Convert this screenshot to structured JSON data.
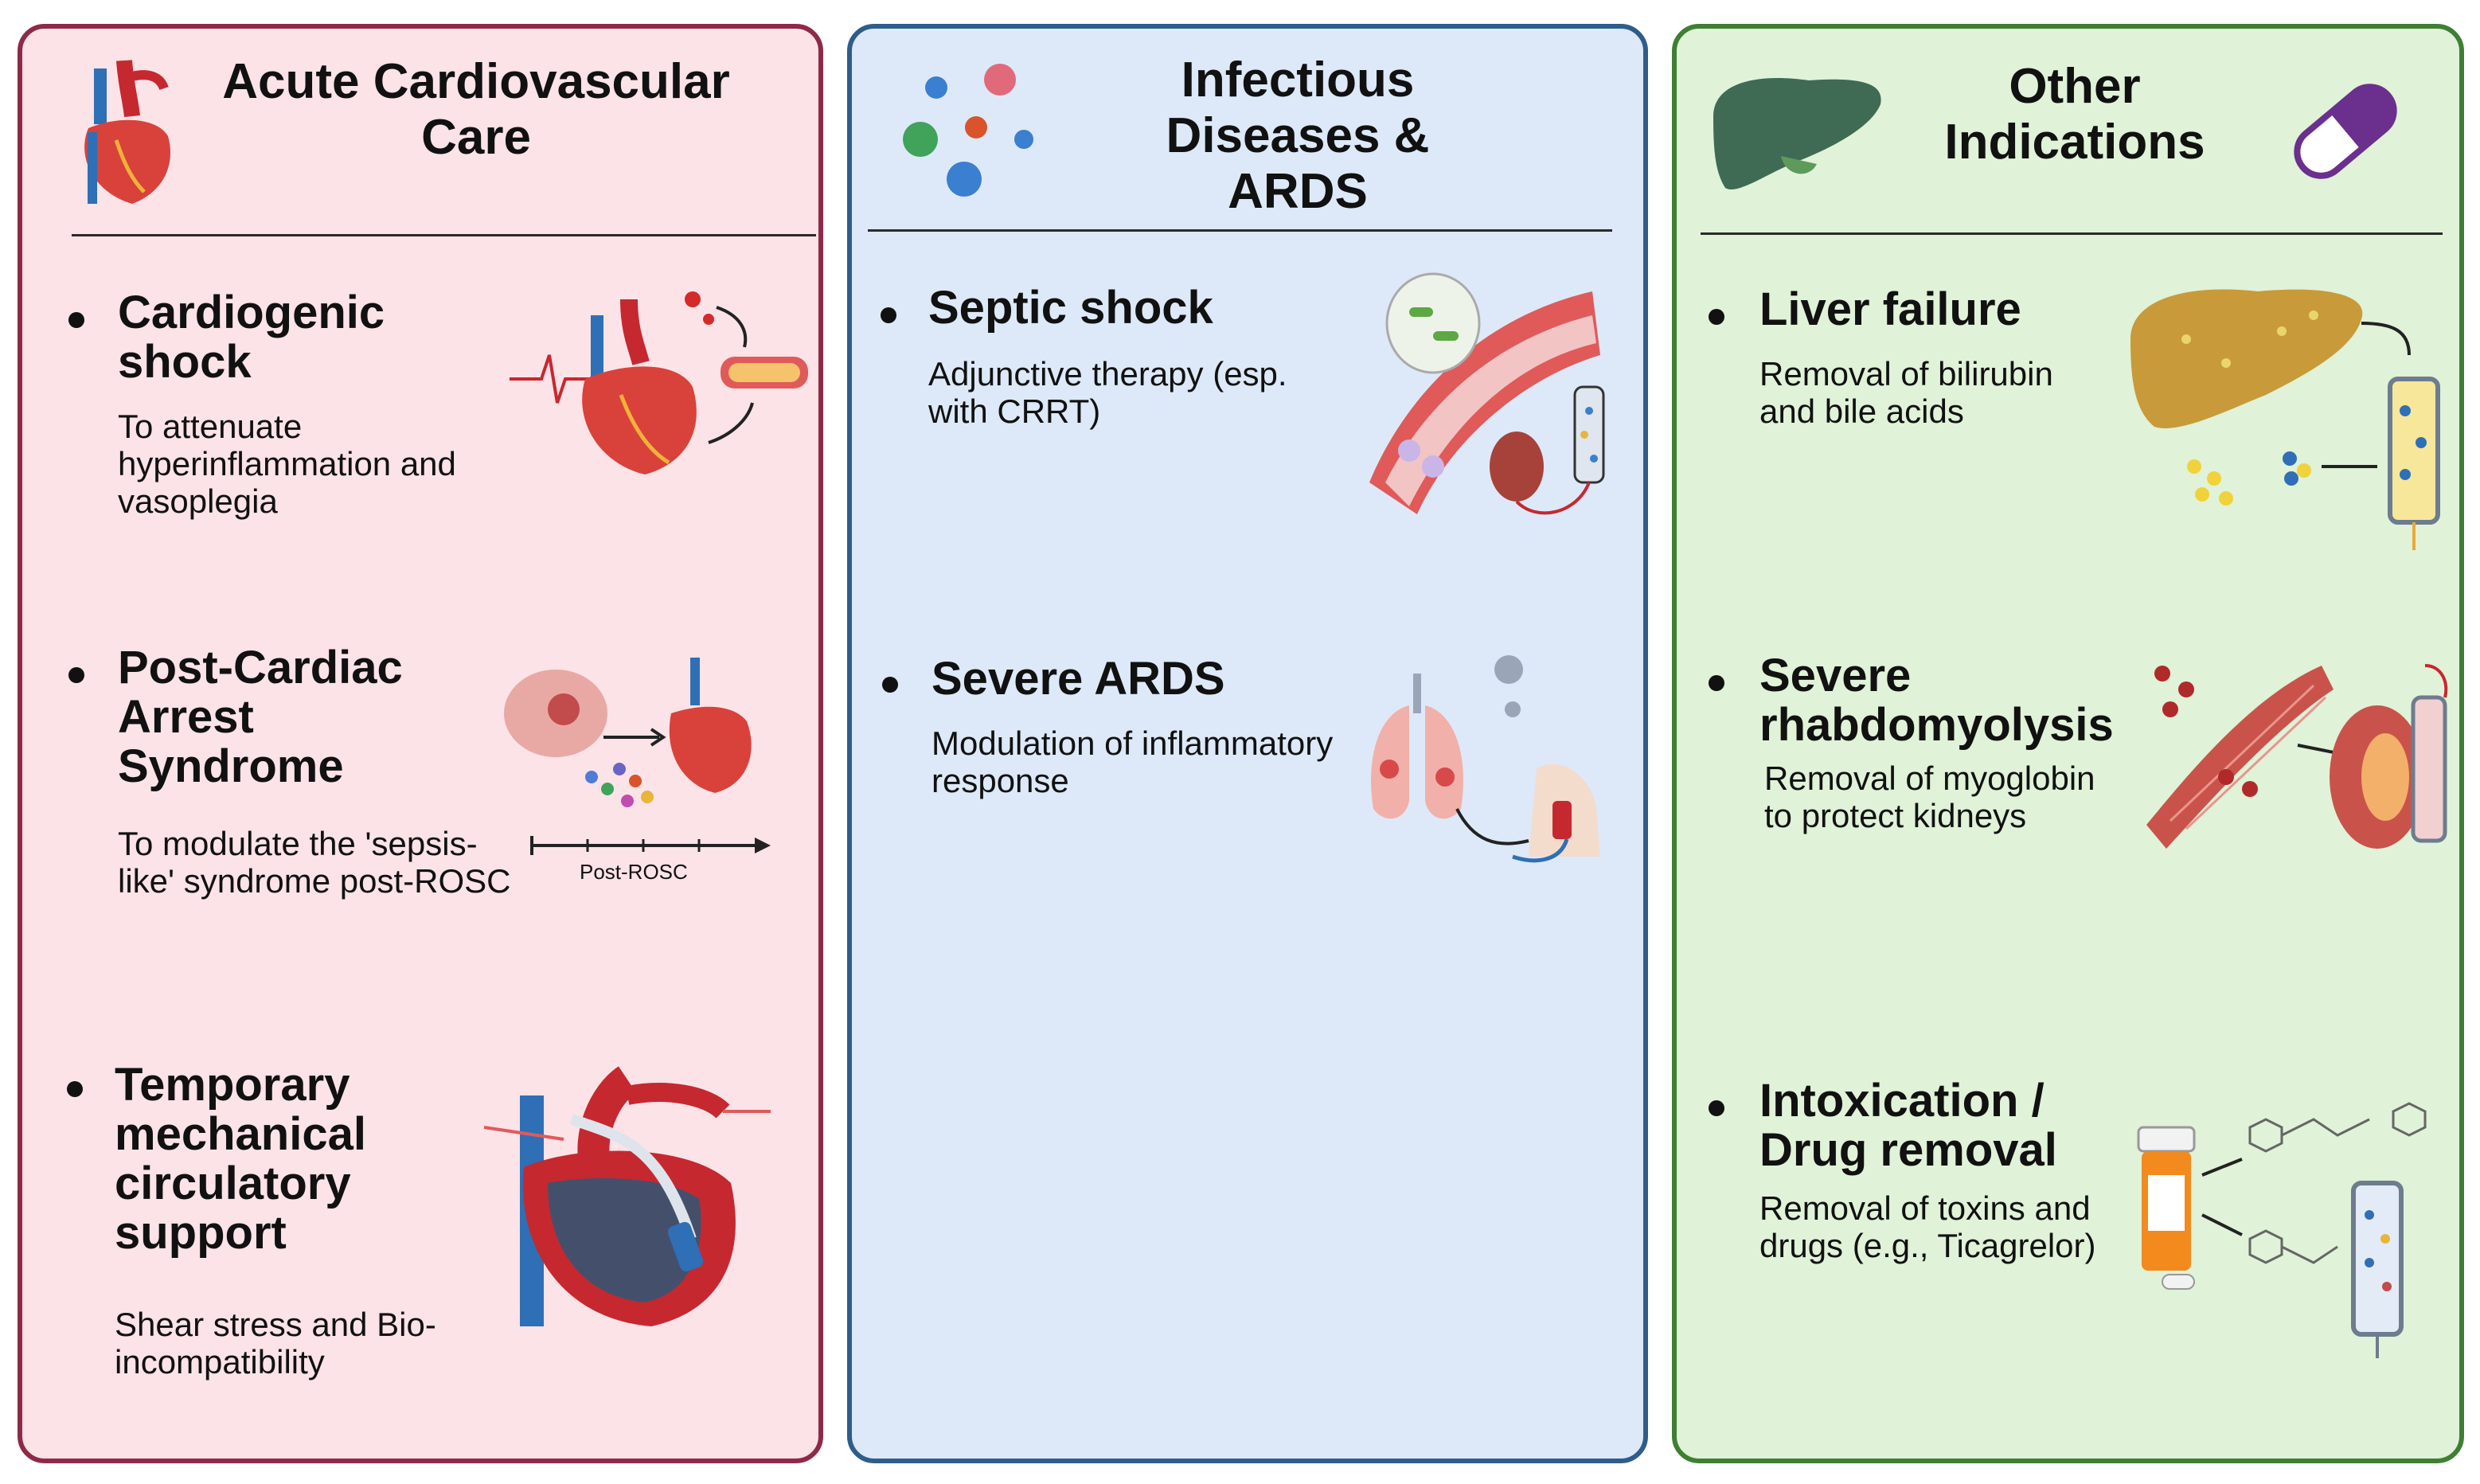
{
  "colors": {
    "cardio_bg": "#fbe3e8",
    "cardio_border": "#8e2a47",
    "infect_bg": "#dde9f8",
    "infect_border": "#2e5d8c",
    "other_bg": "#e0f2d8",
    "other_border": "#3f7f33"
  },
  "panels": [
    {
      "title": "Acute Cardiovascular Care",
      "icon": "heart-icon",
      "items": [
        {
          "heading": "Cardiogenic shock",
          "description": "To attenuate hyperinflammation and vasoplegia",
          "illustration": "heart-inflammation-illustration"
        },
        {
          "heading": "Post-Cardiac Arrest Syndrome",
          "description": "To modulate the 'sepsis-like' syndrome post-ROSC",
          "illustration": "brain-heart-illustration",
          "timeline_label": "Post-ROSC"
        },
        {
          "heading": "Temporary mechanical circulatory support",
          "description": "Shear stress and Bio-incompatibility",
          "illustration": "heart-pump-illustration"
        }
      ]
    },
    {
      "title": "Infectious Diseases & ARDS",
      "icon": "virus-cluster-icon",
      "items": [
        {
          "heading": "Septic shock",
          "description": "Adjunctive therapy (esp. with CRRT)",
          "illustration": "vessel-kidney-filter-illustration"
        },
        {
          "heading": "Severe ARDS",
          "description": "Modulation of inflammatory response",
          "illustration": "lungs-ecmo-illustration"
        }
      ]
    },
    {
      "title": "Other Indications",
      "icon": "liver-icon",
      "icon2": "capsule-icon",
      "items": [
        {
          "heading": "Liver failure",
          "description": "Removal of bilirubin and bile acids",
          "illustration": "liver-filter-illustration"
        },
        {
          "heading": "Severe rhabdomyolysis",
          "description": "Removal of myoglobin to protect kidneys",
          "illustration": "muscle-kidney-illustration"
        },
        {
          "heading": "Intoxication / Drug removal",
          "description": "Removal of toxins and drugs (e.g., Ticagrelor)",
          "illustration": "drug-filter-illustration"
        }
      ]
    }
  ]
}
